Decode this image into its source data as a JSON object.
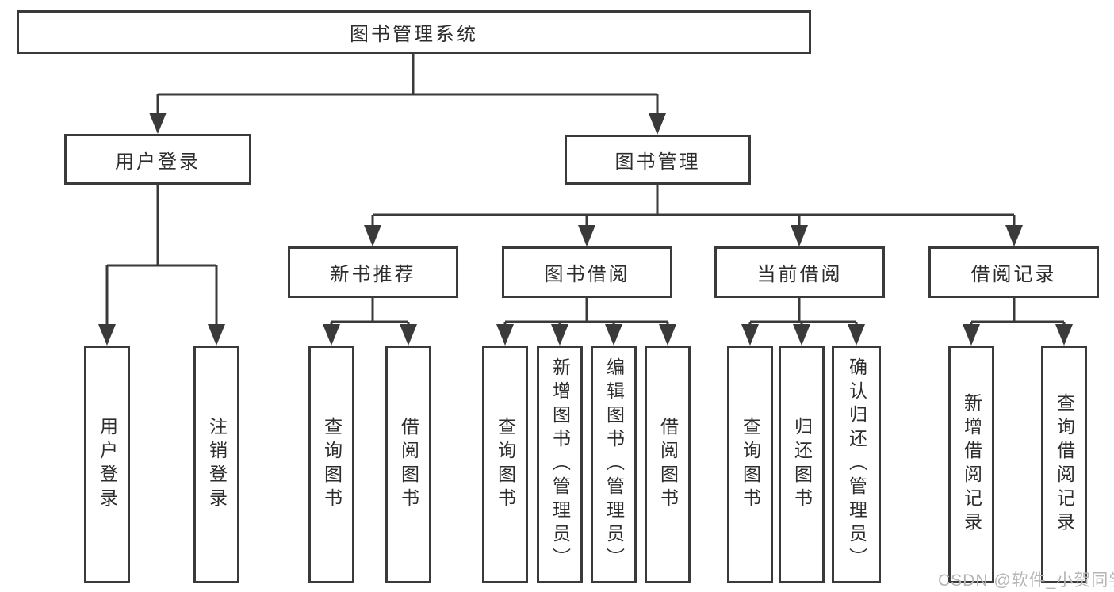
{
  "diagram": {
    "root": {
      "label": "图书管理系统"
    },
    "level2": {
      "user_login": {
        "label": "用户登录"
      },
      "book_management": {
        "label": "图书管理"
      }
    },
    "user_login_children": [
      {
        "label": "用户登录"
      },
      {
        "label": "注销登录"
      }
    ],
    "level3": [
      {
        "label": "新书推荐"
      },
      {
        "label": "图书借阅"
      },
      {
        "label": "当前借阅"
      },
      {
        "label": "借阅记录"
      }
    ],
    "recommend_children": [
      {
        "label": "查询图书"
      },
      {
        "label": "借阅图书"
      }
    ],
    "borrow_children": [
      {
        "label": "查询图书"
      },
      {
        "label": "新增图书（管理员）"
      },
      {
        "label": "编辑图书（管理员）"
      },
      {
        "label": "借阅图书"
      }
    ],
    "current_children": [
      {
        "label": "查询图书"
      },
      {
        "label": "归还图书"
      },
      {
        "label": "确认归还（管理员）"
      }
    ],
    "records_children": [
      {
        "label": "新增借阅记录"
      },
      {
        "label": "查询借阅记录"
      }
    ]
  },
  "watermark": "CSDN @软件_小贺同学",
  "colors": {
    "line": "#3a3a3a",
    "box_border": "#3a3a3a",
    "text": "#2d2d2d",
    "watermark": "#b5b6b8",
    "background": "#ffffff"
  }
}
